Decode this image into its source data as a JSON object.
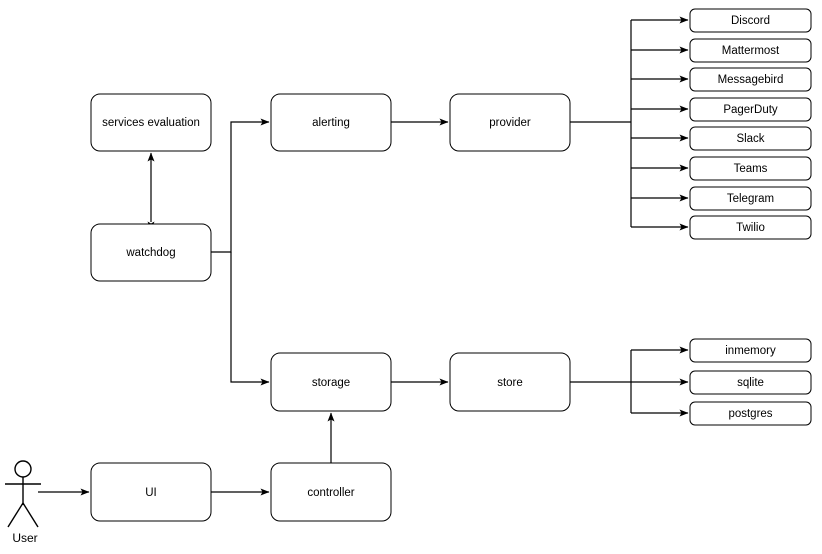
{
  "diagram": {
    "title": "service architecture flow diagram",
    "background_color": "#ffffff",
    "stroke_color": "#000000",
    "fill_color": "#ffffff",
    "actor": {
      "label": "User",
      "icon": "stick-figure-actor"
    },
    "nodes": {
      "services_evaluation": "services evaluation",
      "watchdog": "watchdog",
      "alerting": "alerting",
      "provider": "provider",
      "storage": "storage",
      "store": "store",
      "ui": "UI",
      "controller": "controller"
    },
    "providers": [
      "Discord",
      "Mattermost",
      "Messagebird",
      "PagerDuty",
      "Slack",
      "Teams",
      "Telegram",
      "Twilio"
    ],
    "stores": [
      "inmemory",
      "sqlite",
      "postgres"
    ],
    "edges": [
      {
        "from": "User",
        "to": "UI",
        "kind": "arrow"
      },
      {
        "from": "UI",
        "to": "controller",
        "kind": "arrow"
      },
      {
        "from": "controller",
        "to": "storage",
        "kind": "arrow"
      },
      {
        "from": "watchdog",
        "to": "services evaluation",
        "kind": "double-arrow"
      },
      {
        "from": "watchdog",
        "to": "alerting",
        "kind": "arrow"
      },
      {
        "from": "watchdog",
        "to": "storage",
        "kind": "arrow"
      },
      {
        "from": "alerting",
        "to": "provider",
        "kind": "arrow"
      },
      {
        "from": "storage",
        "to": "store",
        "kind": "arrow"
      },
      {
        "from": "provider",
        "to": "Discord",
        "kind": "arrow"
      },
      {
        "from": "provider",
        "to": "Mattermost",
        "kind": "arrow"
      },
      {
        "from": "provider",
        "to": "Messagebird",
        "kind": "arrow"
      },
      {
        "from": "provider",
        "to": "PagerDuty",
        "kind": "arrow"
      },
      {
        "from": "provider",
        "to": "Slack",
        "kind": "arrow"
      },
      {
        "from": "provider",
        "to": "Teams",
        "kind": "arrow"
      },
      {
        "from": "provider",
        "to": "Telegram",
        "kind": "arrow"
      },
      {
        "from": "provider",
        "to": "Twilio",
        "kind": "arrow"
      },
      {
        "from": "store",
        "to": "inmemory",
        "kind": "arrow"
      },
      {
        "from": "store",
        "to": "sqlite",
        "kind": "arrow"
      },
      {
        "from": "store",
        "to": "postgres",
        "kind": "arrow"
      }
    ]
  }
}
